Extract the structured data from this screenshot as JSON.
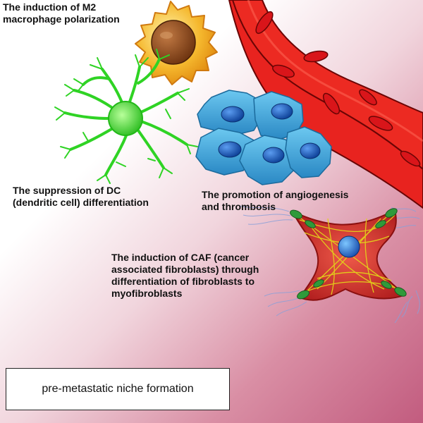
{
  "labels": {
    "m2": "The induction of M2\nmacrophage polarization",
    "dc": "The suppression of DC\n(dendritic cell) differentiation",
    "angiogenesis": "The promotion of angiogenesis\nand thrombosis",
    "caf": "The induction of CAF (cancer\nassociated fibroblasts) through\ndifferentiation of fibroblasts to\nmyofibroblasts"
  },
  "box": {
    "text": "pre-metastatic niche formation"
  },
  "colors": {
    "macrophage": "#f5b82e",
    "macrophage_nucleus": "#8a4a1c",
    "dendritic_cell": "#3ddc2e",
    "vessel": "#e8231f",
    "endothelial_cell": "#3aa7dc",
    "endothelial_nucleus": "#1560b8",
    "fibroblast": "#d63a3a",
    "fibroblast_fiber": "#e3d21a",
    "fibroblast_tip": "#2f9a3a",
    "background_accent": "#c25c7f"
  },
  "icons": [
    "macrophage-icon",
    "dendritic-cell-icon",
    "blood-vessel-icon",
    "endothelial-cells-icon",
    "fibroblast-icon"
  ]
}
